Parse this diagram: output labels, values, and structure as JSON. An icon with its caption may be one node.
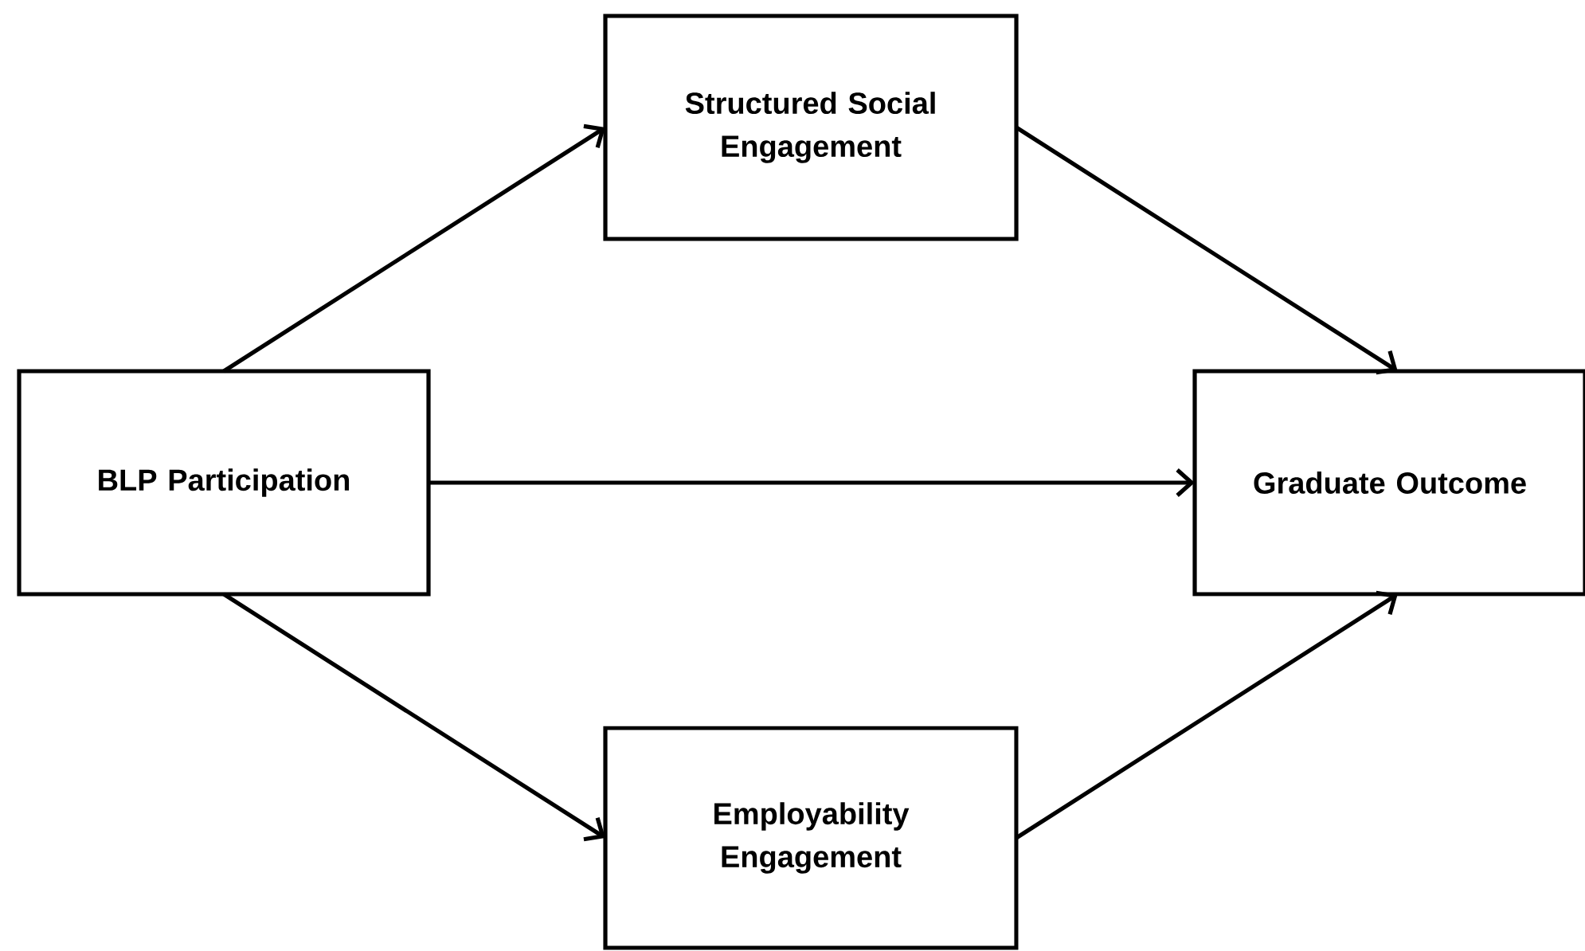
{
  "diagram": {
    "nodes": [
      {
        "text": [
          "BLP Participation"
        ]
      },
      {
        "text": [
          "Structured Social Engagement"
        ]
      },
      {
        "text": [
          "Employability Engagement"
        ]
      },
      {
        "text": [
          "Graduate Outcome"
        ]
      }
    ],
    "edges": [
      {
        "from": 0,
        "to": 1,
        "arrow": "to"
      },
      {
        "from": 1,
        "to": 3,
        "arrow": "to"
      },
      {
        "from": 0,
        "to": 3,
        "arrow": "to"
      },
      {
        "from": 0,
        "to": 2,
        "arrow": "to"
      },
      {
        "from": 2,
        "to": 3,
        "arrow": "to"
      }
    ]
  }
}
